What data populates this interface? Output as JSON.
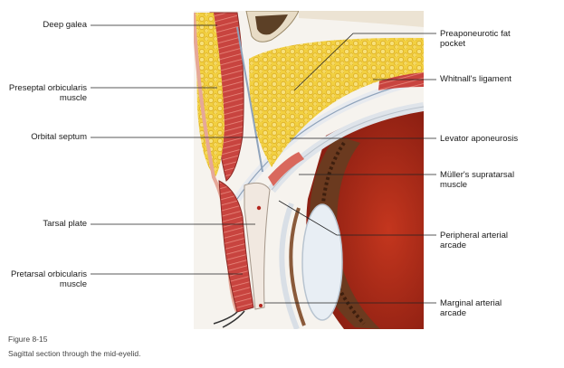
{
  "labels_left": [
    {
      "id": "deep-galea",
      "text": "Deep galea"
    },
    {
      "id": "preseptal-orbicularis",
      "text": "Preseptal orbicularis\nmuscle"
    },
    {
      "id": "orbital-septum",
      "text": "Orbital septum"
    },
    {
      "id": "tarsal-plate",
      "text": "Tarsal plate"
    },
    {
      "id": "pretarsal-orbicularis",
      "text": "Pretarsal orbicularis\nmuscle"
    }
  ],
  "labels_right": [
    {
      "id": "preaponeurotic-fat",
      "text": "Preaponeurotic fat\npocket"
    },
    {
      "id": "whitnalls-ligament",
      "text": "Whitnall's ligament"
    },
    {
      "id": "levator-aponeurosis",
      "text": "Levator aponeurosis"
    },
    {
      "id": "mullers-muscle",
      "text": "Müller's supratarsal\nmuscle"
    },
    {
      "id": "peripheral-arcade",
      "text": "Peripheral arterial\narcade"
    },
    {
      "id": "marginal-arcade",
      "text": "Marginal arterial\narcade"
    }
  ],
  "caption": {
    "figure": "Figure 8-15",
    "text": "Sagittal section through the mid-eyelid."
  }
}
